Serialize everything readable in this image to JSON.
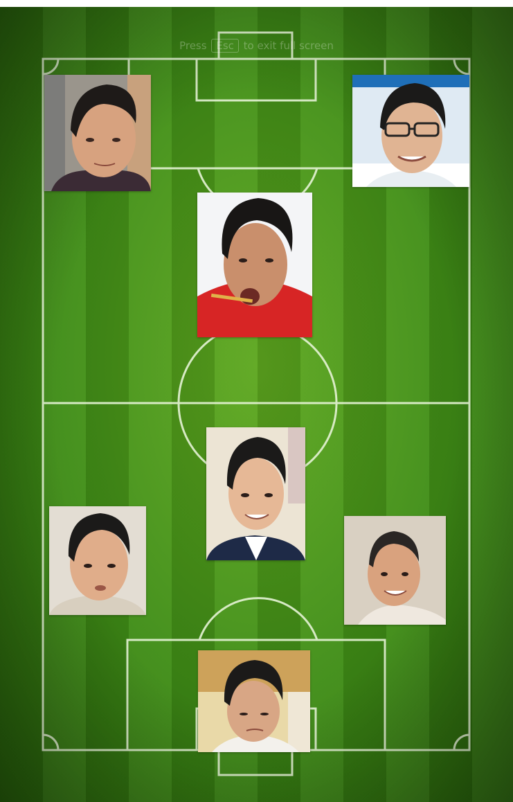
{
  "overlay": {
    "prefix": "Press",
    "key": "Esc",
    "suffix": "to exit full screen"
  },
  "colors": {
    "grass_light": "#5ea81f",
    "grass_dark": "#2c6c0c",
    "pitch_lines": "#e6f4d6"
  },
  "players": [
    {
      "position": "forward-left",
      "image": "player-photo"
    },
    {
      "position": "forward-right",
      "image": "player-photo"
    },
    {
      "position": "attacking-midfield",
      "image": "player-photo"
    },
    {
      "position": "central-midfield",
      "image": "player-photo"
    },
    {
      "position": "defender-left",
      "image": "player-photo"
    },
    {
      "position": "defender-right",
      "image": "player-photo"
    },
    {
      "position": "goalkeeper",
      "image": "player-photo"
    }
  ]
}
